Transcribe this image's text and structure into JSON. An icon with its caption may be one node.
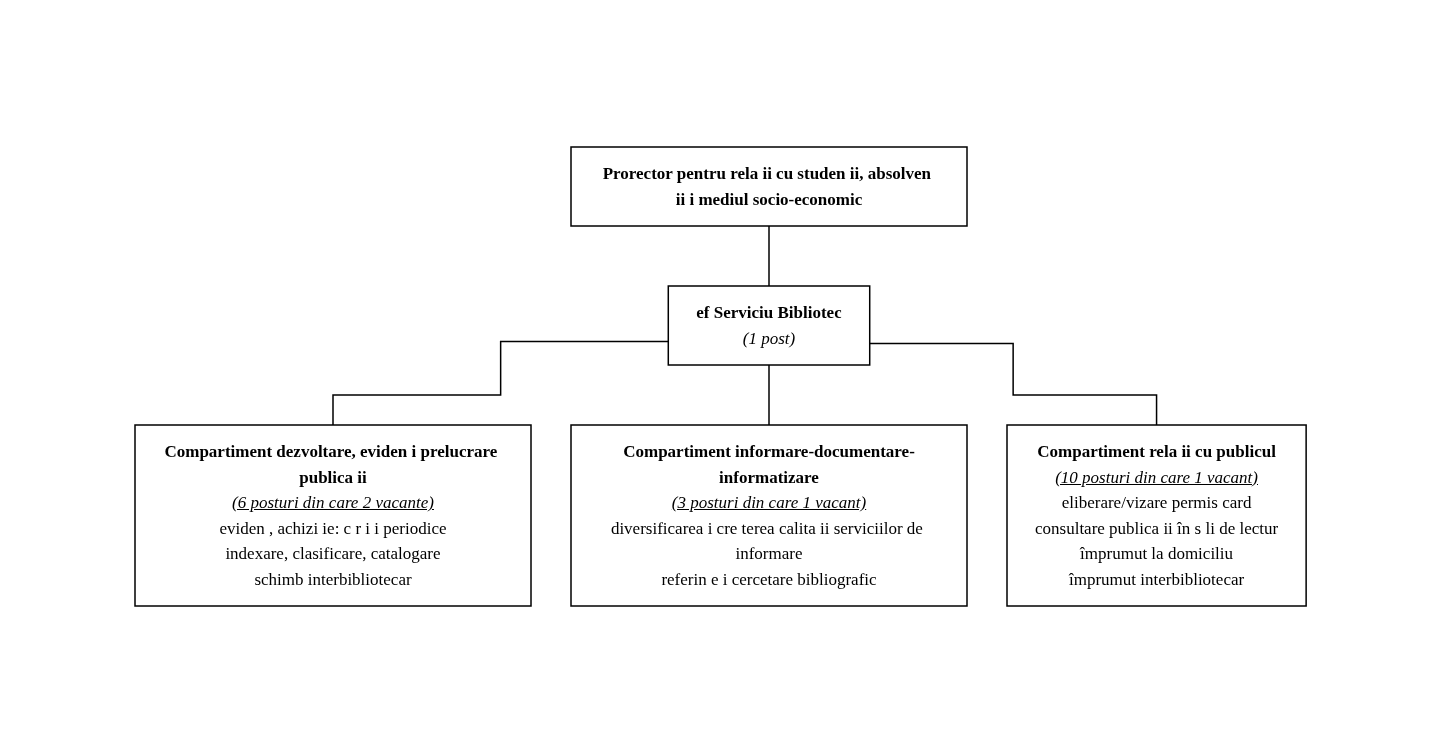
{
  "diagram": {
    "nodes": [
      {
        "text": [
          "Prorector pentru rela ii cu studen ii, absolven ii i mediul socio-economic"
        ]
      },
      {
        "text": [
          "ef Serviciu Bibliotec",
          "(1 post)"
        ]
      },
      {
        "text": [
          "Compartiment dezvoltare, eviden i prelucrare publica ii",
          "(6 posturi din care 2 vacante)",
          "eviden , achizi ie: c r i i periodice",
          "indexare, clasificare, catalogare",
          "schimb interbibliotecar"
        ]
      },
      {
        "text": [
          "Compartiment informare-documentare-informatizare",
          "(3 posturi din care 1 vacant)",
          "diversificarea i cre terea calita ii serviciilor de informare",
          "referin e i cercetare bibliografic"
        ]
      },
      {
        "text": [
          "Compartiment rela ii cu publicul",
          "(10 posturi din care 1 vacant)",
          "eliberare/vizare permis card",
          "consultare publica ii în s li de lectur",
          "împrumut la domiciliu",
          "împrumut interbibliotecar"
        ]
      }
    ],
    "edges": [
      {
        "from": 0,
        "to": 1,
        "arrow": "none"
      },
      {
        "from": 1,
        "to": 2,
        "arrow": "none"
      },
      {
        "from": 1,
        "to": 3,
        "arrow": "none"
      },
      {
        "from": 1,
        "to": 4,
        "arrow": "none"
      }
    ]
  }
}
